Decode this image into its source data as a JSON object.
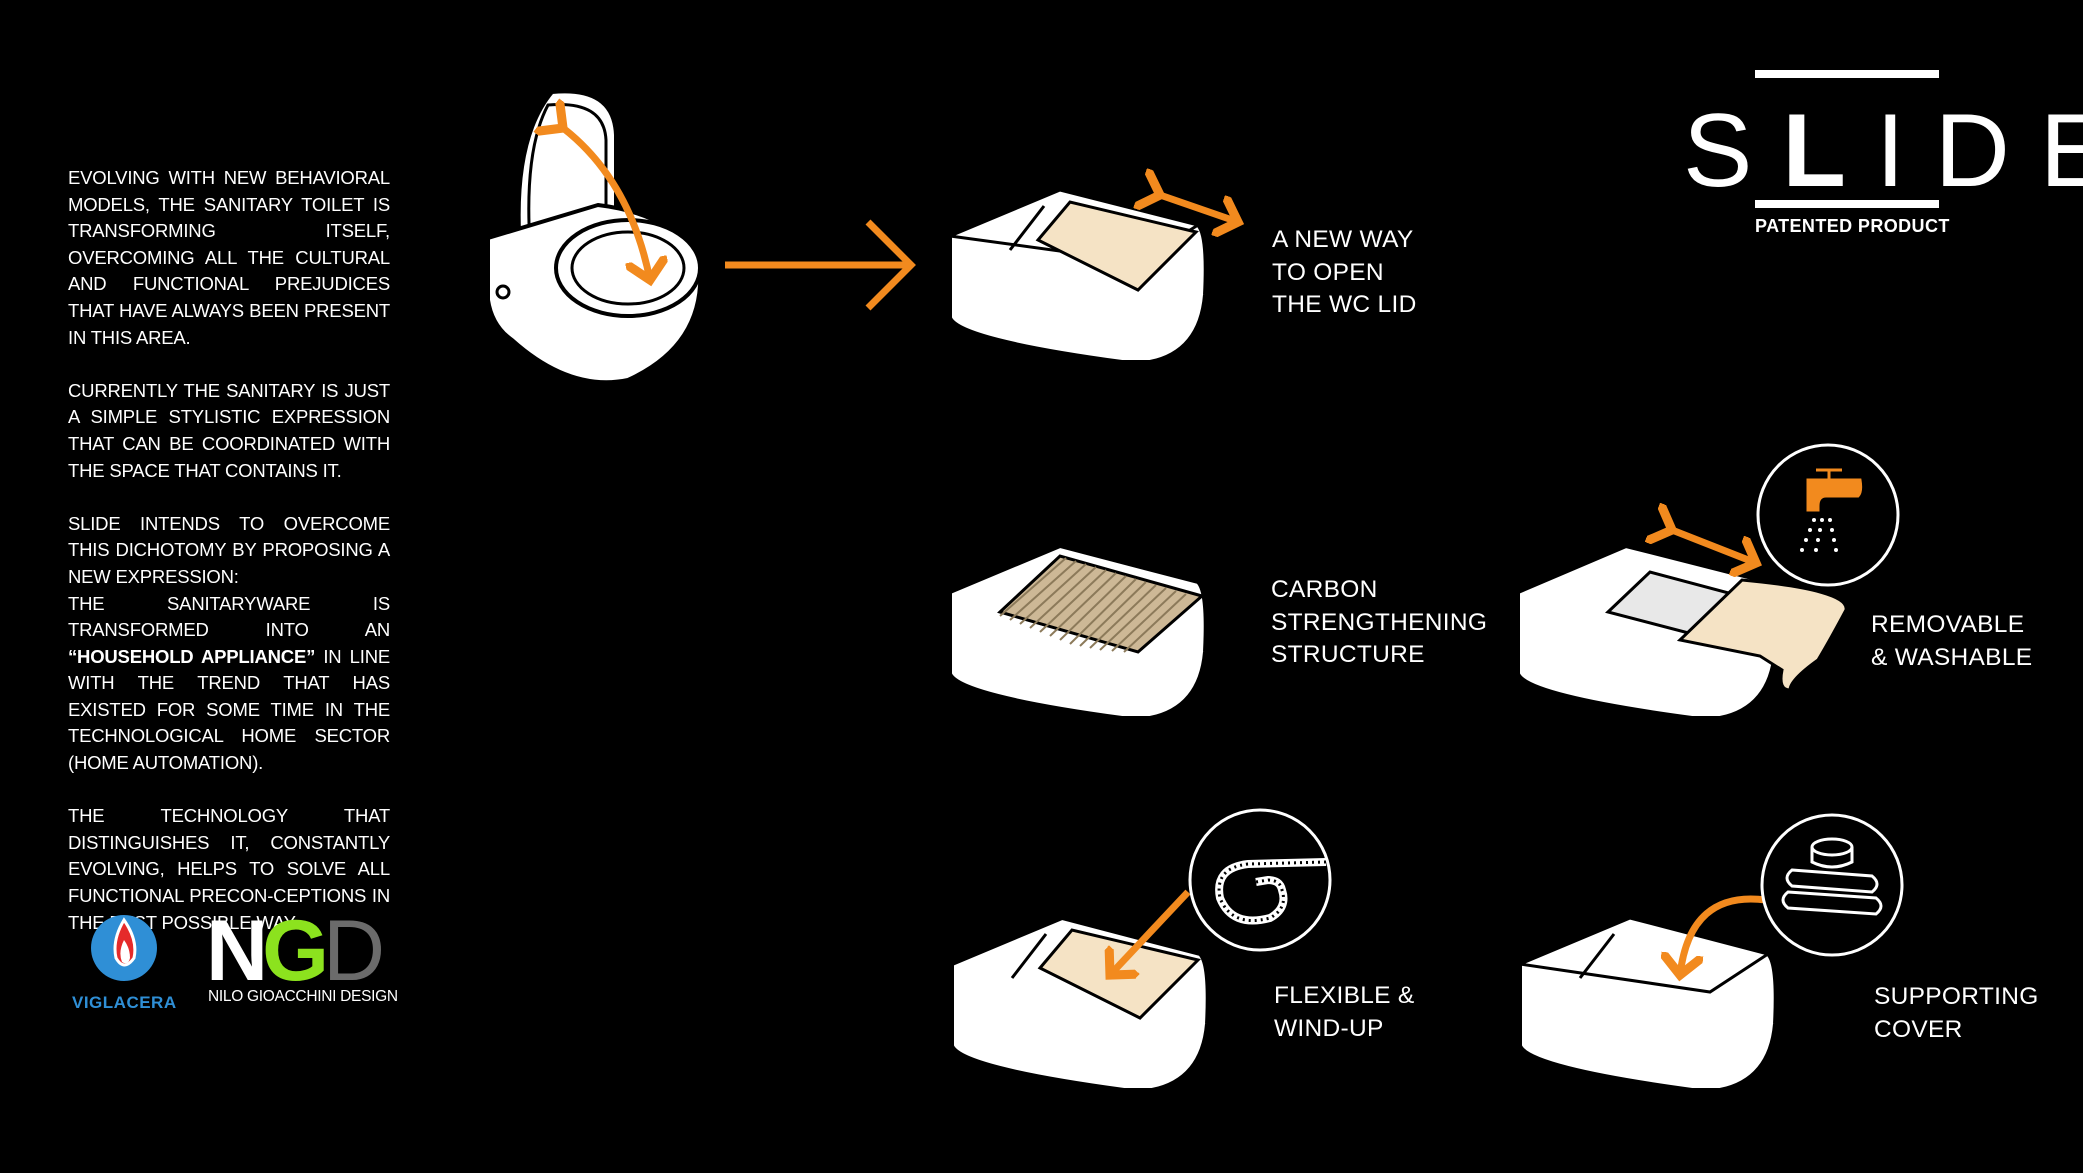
{
  "intro": {
    "p1": "EVOLVING WITH NEW BEHAVIORAL MODELS, THE SANITARY TOILET IS TRANSFORMING ITSELF, OVERCOMING ALL THE CULTURAL AND FUNCTIONAL PREJUDICES THAT HAVE ALWAYS BEEN PRESENT IN THIS AREA.",
    "p2": "CURRENTLY THE SANITARY IS JUST A SIMPLE STYLISTIC EXPRESSION THAT CAN BE COORDINATED WITH THE SPACE THAT CONTAINS IT.",
    "p3": "SLIDE INTENDS TO OVERCOME THIS DICHOTOMY BY PROPOSING A NEW EXPRESSION:",
    "p4_pre": "THE SANITARYWARE IS TRANSFORMED INTO AN ",
    "p4_bold": "“HOUSEHOLD APPLIANCE”",
    "p4_post": " IN LINE WITH THE TREND THAT HAS EXISTED FOR SOME TIME IN THE TECHNOLOGICAL HOME SECTOR (HOME AUTOMATION).",
    "p5": "THE TECHNOLOGY THAT DISTINGUISHES IT, CONSTANTLY EVOLVING, HELPS TO SOLVE ALL FUNCTIONAL PRECON-CEPTIONS IN THE BEST POSSIBLE WAY."
  },
  "brand": {
    "s": "S",
    "l": "L",
    "ide": "IDE",
    "patented": "PATENTED PRODUCT"
  },
  "features": {
    "open_lid": [
      "A NEW WAY",
      "TO OPEN",
      "THE WC LID"
    ],
    "carbon": [
      "CARBON",
      "STRENGTHENING",
      "STRUCTURE"
    ],
    "removable": [
      "REMOVABLE",
      "& WASHABLE"
    ],
    "flexible": [
      "FLEXIBLE &",
      "WIND-UP"
    ],
    "supporting": [
      "SUPPORTING",
      "COVER"
    ]
  },
  "logos": {
    "viglacera": "VIGLACERA",
    "ngd_n": "N",
    "ngd_g": "G",
    "ngd_d": "D",
    "ngd_sub": "NILO GIOACCHINI DESIGN"
  },
  "colors": {
    "accent": "#F28A1E",
    "lid": "#F5E3C5",
    "background": "#000000",
    "ngd_green": "#8CE21E",
    "ngd_grey": "#6B6B6B",
    "viglacera_blue": "#2F8FD6"
  }
}
